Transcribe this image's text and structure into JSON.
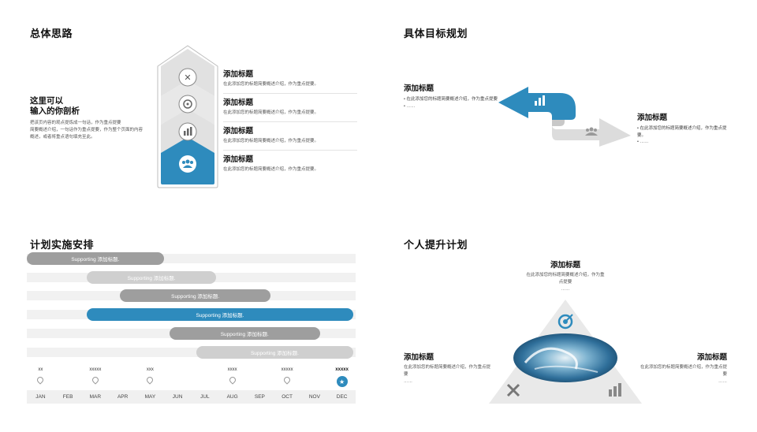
{
  "q1": {
    "title": "总体思路",
    "heading_line1": "这里可以",
    "heading_line2": "输入的你剖析",
    "body": [
      "把该页内容的观点提炼成一句话，作为重点提要",
      "简要概述介绍，一句话作为重点提要，作为整个页面的内容",
      "概述，或者将重点语句填充至此。"
    ],
    "items": [
      {
        "title": "添加标题",
        "desc": "在此添加您的标题简要概述介绍，作为重点提要。",
        "icon": "tools-icon"
      },
      {
        "title": "添加标题",
        "desc": "在此添加您的标题简要概述介绍，作为重点提要。",
        "icon": "target-icon"
      },
      {
        "title": "添加标题",
        "desc": "在此添加您的标题简要概述介绍，作为重点提要。",
        "icon": "growth-chart-icon"
      },
      {
        "title": "添加标题",
        "desc": "在此添加您的标题简要概述介绍，作为重点提要。",
        "icon": "team-icon"
      }
    ],
    "accent": "#2e8bbd"
  },
  "q2": {
    "title": "具体目标规划",
    "left": {
      "title": "添加标题",
      "bullets": [
        "在此添加您的标题简要概述介绍，作为重点提要",
        "……"
      ]
    },
    "right": {
      "title": "添加标题",
      "bullets": [
        "在此添加您的标题简要概述介绍，作为重点提要。",
        "……"
      ]
    }
  },
  "q3": {
    "title": "计划实施安排",
    "bars": [
      {
        "label": "Supporting 添加标题.",
        "start": 0.0,
        "end": 5.0,
        "color": "#9e9e9e"
      },
      {
        "label": "Supporting 添加标题.",
        "start": 2.2,
        "end": 6.9,
        "color": "#cfcfcf"
      },
      {
        "label": "Supporting 添加标题.",
        "start": 3.4,
        "end": 8.9,
        "color": "#9e9e9e"
      },
      {
        "label": "Supporting 添加标题.",
        "start": 2.2,
        "end": 11.9,
        "color": "#2e8bbd"
      },
      {
        "label": "Supporting 添加标题.",
        "start": 5.2,
        "end": 10.7,
        "color": "#9e9e9e"
      },
      {
        "label": "Supporting 添加标题.",
        "start": 6.2,
        "end": 11.9,
        "color": "#cfcfcf"
      }
    ],
    "milestones": [
      {
        "label": "xx",
        "month": 0,
        "active": false
      },
      {
        "label": "xxxxx",
        "month": 2,
        "active": false
      },
      {
        "label": "xxx",
        "month": 4,
        "active": false
      },
      {
        "label": "xxxx",
        "month": 7,
        "active": false
      },
      {
        "label": "xxxxx",
        "month": 9,
        "active": false
      },
      {
        "label": "xxxxx",
        "month": 11,
        "active": true
      }
    ],
    "months": [
      "JAN",
      "FEB",
      "MAR",
      "APR",
      "MAY",
      "JUN",
      "JUL",
      "AUG",
      "SEP",
      "OCT",
      "NOV",
      "DEC"
    ]
  },
  "q4": {
    "title": "个人提升计划",
    "top": {
      "title": "添加标题",
      "desc": "在此添加您的标题简要概述介绍，作为重点提要",
      "more": "……"
    },
    "left": {
      "title": "添加标题",
      "desc": "在此添加您的标题简要概述介绍，作为重点提要",
      "more": "……"
    },
    "right": {
      "title": "添加标题",
      "desc": "在此添加您的标题简要概述介绍，作为重点提要",
      "more": "……"
    }
  }
}
